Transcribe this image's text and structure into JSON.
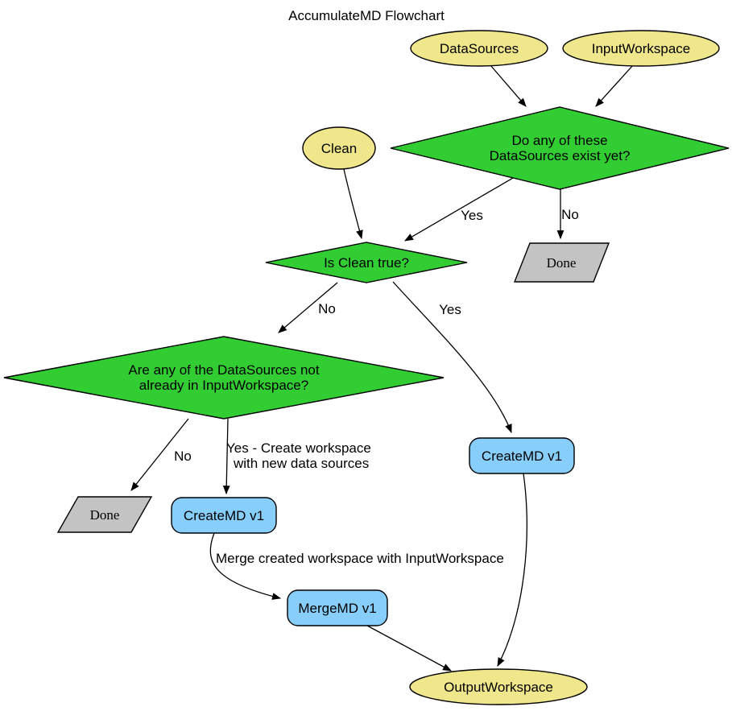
{
  "title": "AccumulateMD Flowchart",
  "colors": {
    "node_yellow": "#F0E68C",
    "node_green": "#32CD32",
    "node_blue": "#87CEFA",
    "node_gray": "#C3C3C3",
    "stroke": "#000000",
    "background": "#FFFFFF"
  },
  "nodes": {
    "datasources": {
      "label": "DataSources",
      "shape": "ellipse"
    },
    "inputworkspace": {
      "label": "InputWorkspace",
      "shape": "ellipse"
    },
    "clean": {
      "label": "Clean",
      "shape": "ellipse"
    },
    "exist_check": {
      "line1": "Do any of these",
      "line2": "DataSources exist yet?",
      "shape": "diamond"
    },
    "clean_check": {
      "label": "Is Clean true?",
      "shape": "diamond"
    },
    "done_right": {
      "label": "Done",
      "shape": "parallelogram"
    },
    "not_in_check": {
      "line1": "Are any of the DataSources not",
      "line2": "already in InputWorkspace?",
      "shape": "diamond"
    },
    "done_left": {
      "label": "Done",
      "shape": "parallelogram"
    },
    "createmd_left": {
      "label": "CreateMD v1",
      "shape": "rounded-rect"
    },
    "createmd_right": {
      "label": "CreateMD v1",
      "shape": "rounded-rect"
    },
    "mergemd": {
      "label": "MergeMD v1",
      "shape": "rounded-rect"
    },
    "outputworkspace": {
      "label": "OutputWorkspace",
      "shape": "ellipse"
    }
  },
  "edge_labels": {
    "exist_yes": "Yes",
    "exist_no": "No",
    "clean_no": "No",
    "clean_yes": "Yes",
    "notin_no": "No",
    "notin_yes_line1": "Yes - Create workspace",
    "notin_yes_line2": "with new data sources",
    "merge": "Merge created workspace with InputWorkspace"
  }
}
